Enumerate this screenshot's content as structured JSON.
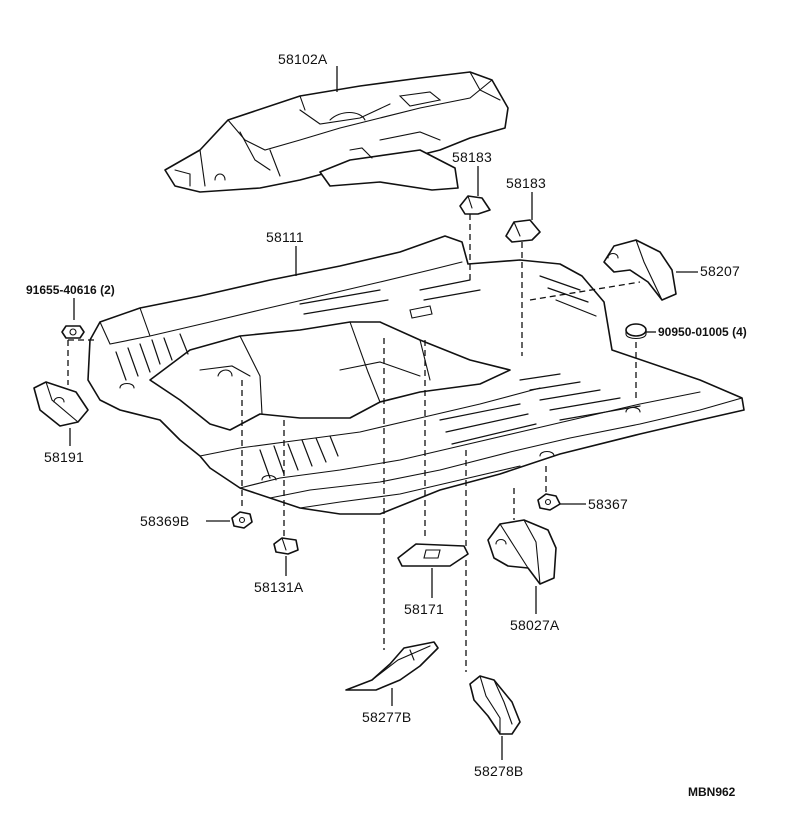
{
  "diagram": {
    "labels": {
      "floor_cross_member": "58102A",
      "floor_pan": "58111",
      "bracket_a": "58183",
      "bracket_b": "58183",
      "bracket_right": "58207",
      "nut": "91655-40616 (2)",
      "plug": "90950-01005 (4)",
      "reinforcement_left": "58191",
      "clip_left": "58369B",
      "clip_right": "58367",
      "small_bracket": "58131A",
      "plate": "58171",
      "support_right": "58027A",
      "member_lower": "58277B",
      "member_lower_right": "58278B",
      "drawing_code": "MBN962"
    }
  }
}
